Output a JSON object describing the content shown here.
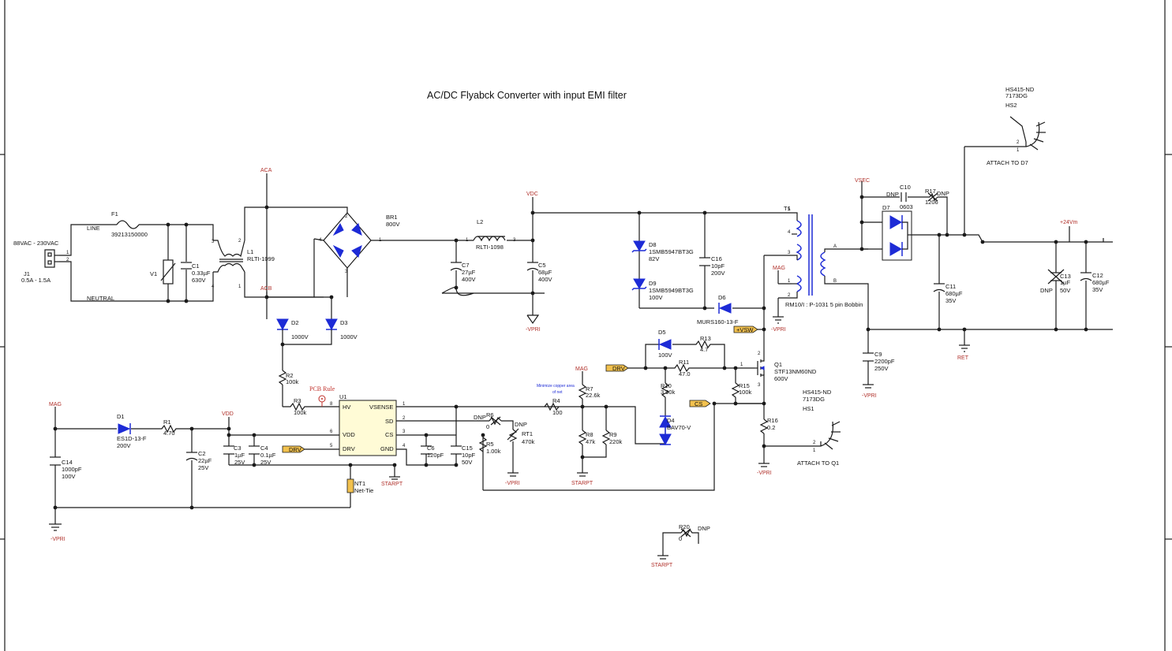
{
  "title": "AC/DC Flyabck Converter with input EMI filter",
  "components": {
    "J1": {
      "ref": "J1",
      "label1": "88VAC - 230VAC",
      "label2": "0.5A - 1.5A"
    },
    "F1": {
      "ref": "F1",
      "value": "39213150000"
    },
    "V1": {
      "ref": "V1"
    },
    "C1": {
      "ref": "C1",
      "v1": "0.33µF",
      "v2": "630V"
    },
    "L1": {
      "ref": "L1",
      "value": "RLTI-1099"
    },
    "BR1": {
      "ref": "BR1",
      "value": "800V"
    },
    "L2": {
      "ref": "L2",
      "value": "RLTI-1098"
    },
    "C7": {
      "ref": "C7",
      "v1": "27µF",
      "v2": "400V"
    },
    "C5": {
      "ref": "C5",
      "v1": "68µF",
      "v2": "400V"
    },
    "D8": {
      "ref": "D8",
      "v1": "1SMB5947BT3G",
      "v2": "82V"
    },
    "D9": {
      "ref": "D9",
      "v1": "1SMB5949BT3G",
      "v2": "100V"
    },
    "C16": {
      "ref": "C16",
      "v1": "10pF",
      "v2": "200V"
    },
    "D6": {
      "ref": "D6",
      "value": "MURS160-13-F"
    },
    "T1": {
      "ref": "T1",
      "value": "RM10/I : P-1031 5 pin Bobbin"
    },
    "C10": {
      "ref": "C10",
      "dnp": "DNP",
      "value": "0603"
    },
    "R17": {
      "ref": "R17",
      "dnp": "DNP",
      "value": "1206"
    },
    "D7": {
      "ref": "D7"
    },
    "C11": {
      "ref": "C11",
      "v1": "680µF",
      "v2": "35V"
    },
    "C9": {
      "ref": "C9",
      "v1": "2200pF",
      "v2": "250V"
    },
    "C13": {
      "ref": "C13",
      "dnp": "DNP",
      "v1": "1µF",
      "v2": "50V"
    },
    "C12": {
      "ref": "C12",
      "v1": "680µF",
      "v2": "35V"
    },
    "HS2": {
      "ref": "HS2",
      "v1": "HS415-ND",
      "v2": "7173DG",
      "attach": "ATTACH TO D7"
    },
    "HS1": {
      "ref": "HS1",
      "v1": "HS415-ND",
      "v2": "7173DG",
      "attach": "ATTACH TO Q1"
    },
    "D2": {
      "ref": "D2",
      "value": "1000V"
    },
    "D3": {
      "ref": "D3",
      "value": "1000V"
    },
    "R2": {
      "ref": "R2",
      "value": "100k"
    },
    "R3": {
      "ref": "R3",
      "value": "100k"
    },
    "U1": {
      "ref": "U1",
      "pins": [
        "HV",
        "VDD",
        "DRV",
        "VSENSE",
        "SD",
        "CS",
        "GND"
      ]
    },
    "D1": {
      "ref": "D1",
      "v1": "ES1D-13-F",
      "v2": "200V"
    },
    "R1": {
      "ref": "R1",
      "value": "4.70"
    },
    "C2": {
      "ref": "C2",
      "v1": "22µF",
      "v2": "25V"
    },
    "C3": {
      "ref": "C3",
      "v1": "1µF",
      "v2": "25V"
    },
    "C4": {
      "ref": "C4",
      "v1": "0.1µF",
      "v2": "25V"
    },
    "C14": {
      "ref": "C14",
      "v1": "1000pF",
      "v2": "100V"
    },
    "NT1": {
      "ref": "NT1",
      "value": "Net-Tie"
    },
    "C6": {
      "ref": "C6",
      "value": "120pF"
    },
    "C15": {
      "ref": "C15",
      "v1": "10pF",
      "v2": "50V"
    },
    "R5": {
      "ref": "R5",
      "value": "1.00k"
    },
    "R6": {
      "ref": "R6",
      "dnp": "DNP",
      "value": "0"
    },
    "RT1": {
      "ref": "RT1",
      "dnp": "DNP",
      "value": "470k"
    },
    "R4": {
      "ref": "R4",
      "value": "100"
    },
    "R7": {
      "ref": "R7",
      "value": "22.6k"
    },
    "R8": {
      "ref": "R8",
      "value": "47k"
    },
    "R9": {
      "ref": "R9",
      "value": "220k"
    },
    "D5": {
      "ref": "D5",
      "value": "100V"
    },
    "R13": {
      "ref": "R13",
      "value": "4.7"
    },
    "R11": {
      "ref": "R11",
      "value": "47.0"
    },
    "R10": {
      "ref": "R10",
      "value": "3.90k"
    },
    "D4": {
      "ref": "D4",
      "value": "BAV70-V"
    },
    "R15": {
      "ref": "R15",
      "value": "100k"
    },
    "Q1": {
      "ref": "Q1",
      "v1": "STF13NM60ND",
      "v2": "600V"
    },
    "R16": {
      "ref": "R16",
      "value": "0.2"
    },
    "R20": {
      "ref": "R20",
      "dnp": "DNP",
      "value": "0"
    }
  },
  "nets": {
    "aca": "ACA",
    "acb": "ACB",
    "vdc": "VDC",
    "vpri": "-VPRI",
    "mag": "MAG",
    "vsec": "VSEC",
    "p24": "+24Vm",
    "ret": "RET",
    "vdd": "VDD",
    "starpt": "STARPT",
    "vsw": "+VSW",
    "drv": "DRV",
    "cs": "CS",
    "line": "LINE",
    "neutral": "NEUTRAL"
  },
  "notes": {
    "pcb_rule": "PCB Rule",
    "copper1": "Minimize copper area",
    "copper2": "of net"
  },
  "colors": {
    "wire": "#1a1a1a",
    "diode": "#1d2bd6",
    "net": "#b0302a",
    "tag": "#f2c14e"
  }
}
